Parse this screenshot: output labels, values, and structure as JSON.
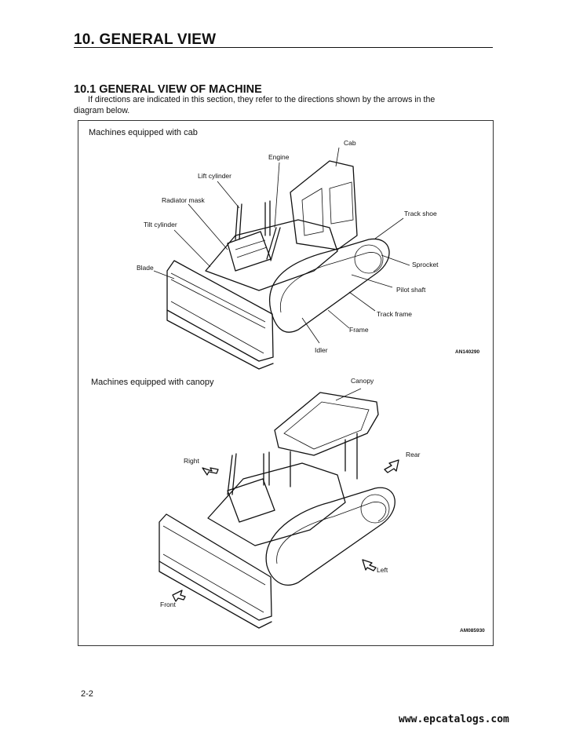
{
  "section": {
    "title": "10. GENERAL VIEW"
  },
  "subsection": {
    "title": "10.1  GENERAL VIEW OF MACHINE",
    "intro_line1": "If directions are indicated in this section, they refer to the directions shown by the arrows in the",
    "intro_line2": "diagram below."
  },
  "figure_cab": {
    "caption": "Machines equipped with cab",
    "labels": {
      "cab": "Cab",
      "engine": "Engine",
      "lift_cylinder": "Lift cylinder",
      "radiator_mask": "Radiator mask",
      "tilt_cylinder": "Tilt cylinder",
      "blade": "Blade",
      "track_shoe": "Track shoe",
      "sprocket": "Sprocket",
      "pilot_shaft": "Pilot shaft",
      "track_frame": "Track frame",
      "frame": "Frame",
      "idler": "Idler"
    },
    "code": "AN140290"
  },
  "figure_canopy": {
    "caption": "Machines equipped with canopy",
    "labels": {
      "canopy": "Canopy",
      "right": "Right",
      "rear": "Rear",
      "left": "Left",
      "front": "Front"
    },
    "code": "AM085930"
  },
  "footer": {
    "page_number": "2-2",
    "watermark": "www.epcatalogs.com"
  }
}
